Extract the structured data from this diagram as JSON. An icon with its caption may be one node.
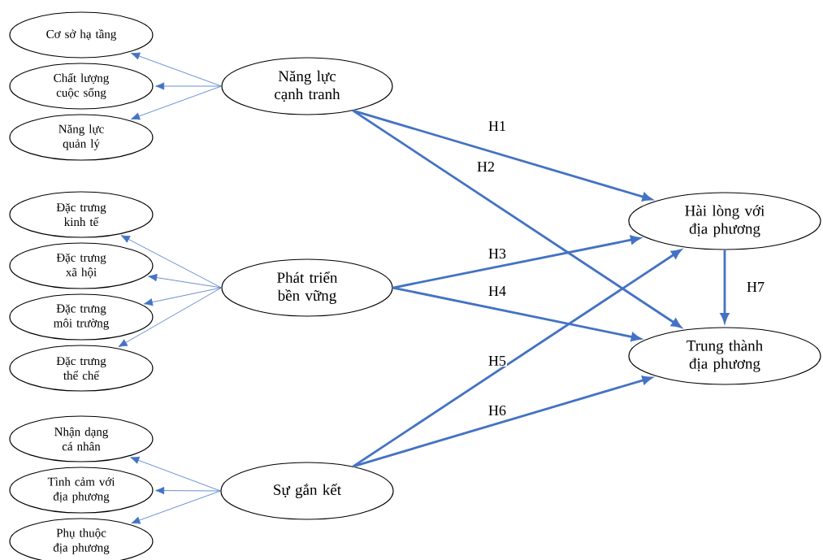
{
  "diagram": {
    "nodes": [
      {
        "text": [
          "Cơ sở hạ tầng"
        ]
      },
      {
        "text": [
          "Chất lượng cuộc sống"
        ]
      },
      {
        "text": [
          "Năng lực quản lý"
        ]
      },
      {
        "text": [
          "Năng lực cạnh tranh"
        ]
      },
      {
        "text": [
          "Đặc trưng kinh tế"
        ]
      },
      {
        "text": [
          "Đặc trưng xã hội"
        ]
      },
      {
        "text": [
          "Đặc trưng môi trường"
        ]
      },
      {
        "text": [
          "Đặc trưng thể chế"
        ]
      },
      {
        "text": [
          "Phát triển bền vững"
        ]
      },
      {
        "text": [
          "Nhận dạng cá nhân"
        ]
      },
      {
        "text": [
          "Tình cảm với địa phương"
        ]
      },
      {
        "text": [
          "Phụ thuộc địa phương"
        ]
      },
      {
        "text": [
          "Sự gắn kết"
        ]
      },
      {
        "text": [
          "Hài lòng với địa phương"
        ]
      },
      {
        "text": [
          "Trung thành địa phương"
        ]
      }
    ],
    "edges": [
      {
        "from": 3,
        "to": 0,
        "arrow": "to"
      },
      {
        "from": 3,
        "to": 1,
        "arrow": "to"
      },
      {
        "from": 3,
        "to": 2,
        "arrow": "to"
      },
      {
        "from": 8,
        "to": 4,
        "arrow": "to"
      },
      {
        "from": 8,
        "to": 5,
        "arrow": "to"
      },
      {
        "from": 8,
        "to": 6,
        "arrow": "to"
      },
      {
        "from": 8,
        "to": 7,
        "arrow": "to"
      },
      {
        "from": 12,
        "to": 9,
        "arrow": "to"
      },
      {
        "from": 12,
        "to": 10,
        "arrow": "to"
      },
      {
        "from": 12,
        "to": 11,
        "arrow": "to"
      },
      {
        "from": 3,
        "to": 13,
        "arrow": "to",
        "label": "H1",
        "style": "thick"
      },
      {
        "from": 3,
        "to": 14,
        "arrow": "to",
        "label": "H2",
        "style": "thick"
      },
      {
        "from": 8,
        "to": 13,
        "arrow": "to",
        "label": "H3",
        "style": "thick"
      },
      {
        "from": 8,
        "to": 14,
        "arrow": "to",
        "label": "H4",
        "style": "thick"
      },
      {
        "from": 12,
        "to": 13,
        "arrow": "to",
        "label": "H5",
        "style": "thick"
      },
      {
        "from": 12,
        "to": 14,
        "arrow": "to",
        "label": "H6",
        "style": "thick"
      },
      {
        "from": 13,
        "to": 14,
        "arrow": "to",
        "label": "H7",
        "style": "thick"
      }
    ]
  }
}
